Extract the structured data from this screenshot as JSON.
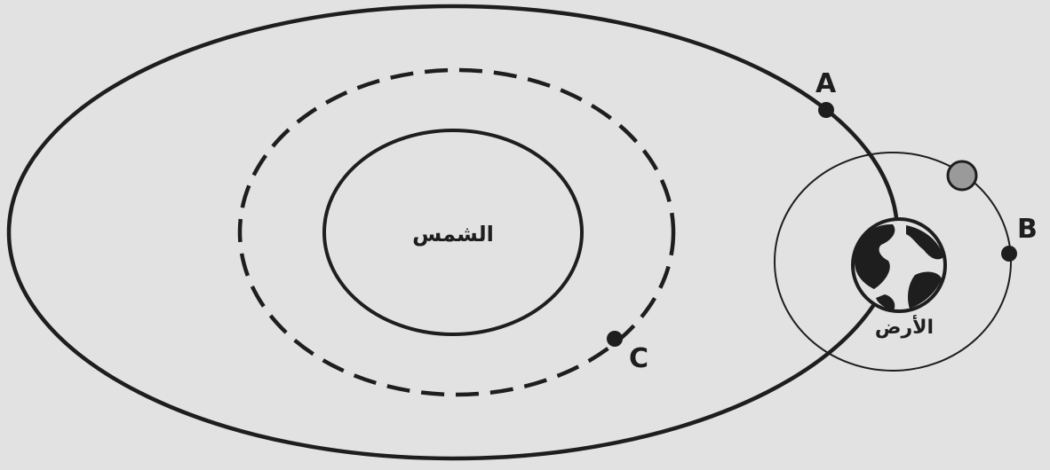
{
  "labels": {
    "sun": "الشمس",
    "earth": "الأرض",
    "point_a": "A",
    "point_b": "B",
    "point_c": "C"
  },
  "colors": {
    "background": "#e2e2e2",
    "stroke": "#1e1e1e",
    "moon_fill": "#9a9a9a",
    "earth_dark": "#1e1e1e"
  }
}
